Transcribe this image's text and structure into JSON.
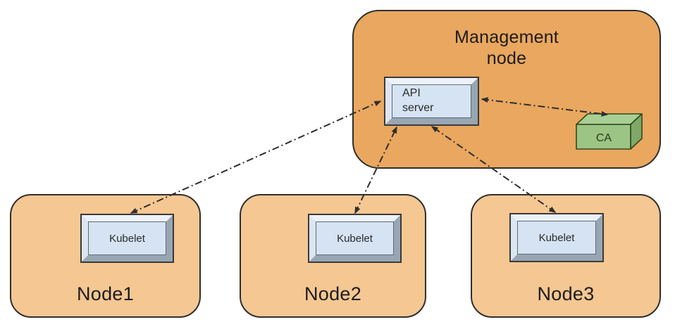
{
  "management_node": {
    "title": "Management\nnode",
    "api_server_label": "API\nserver",
    "ca_label": "CA"
  },
  "nodes": [
    {
      "label": "Node1",
      "component_label": "Kubelet"
    },
    {
      "label": "Node2",
      "component_label": "Kubelet"
    },
    {
      "label": "Node3",
      "component_label": "Kubelet"
    }
  ],
  "connections": [
    {
      "from": "API server",
      "to": "Kubelet (Node1)",
      "style": "dash-dot",
      "arrows": "both"
    },
    {
      "from": "API server",
      "to": "Kubelet (Node2)",
      "style": "dash-dot",
      "arrows": "both"
    },
    {
      "from": "API server",
      "to": "Kubelet (Node3)",
      "style": "dash-dot",
      "arrows": "both"
    },
    {
      "from": "API server",
      "to": "CA",
      "style": "dash-dot",
      "arrows": "both"
    }
  ],
  "colors": {
    "management_fill": "#E9A75F",
    "node_fill": "#F5C792",
    "box_border": "#2F2F2F",
    "component_face": "#D5E3F2",
    "component_bevel_light": "#EDF2FA",
    "component_bevel_dark": "#98A6B4",
    "ca_front": "#9CC484",
    "ca_top": "#A9CF94",
    "ca_side": "#7FA869",
    "ca_border": "#2F4A1D",
    "arrow": "#2E2E2E",
    "text": "#1C1C1C"
  }
}
